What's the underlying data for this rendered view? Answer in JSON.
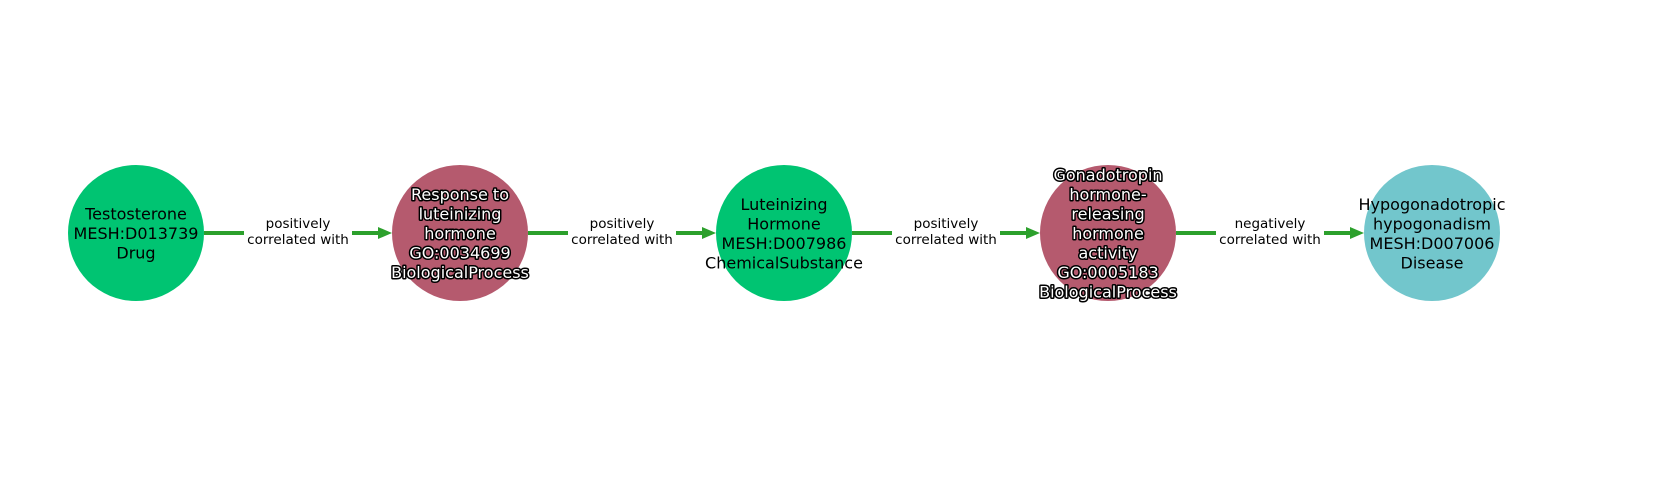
{
  "colors": {
    "edge": "#2ca02c",
    "drug": "#00c472",
    "process": "#b55a6e",
    "chemical": "#00c472",
    "disease": "#72c6cc"
  },
  "nodes": [
    {
      "id": "n0",
      "lines": [
        "Testosterone",
        "MESH:D013739",
        "Drug"
      ],
      "color": "#00c472",
      "outlined": false
    },
    {
      "id": "n1",
      "lines": [
        "Response to",
        "luteinizing",
        "hormone",
        "GO:0034699",
        "BiologicalProcess"
      ],
      "color": "#b55a6e",
      "outlined": true
    },
    {
      "id": "n2",
      "lines": [
        "Luteinizing",
        "Hormone",
        "MESH:D007986",
        "ChemicalSubstance"
      ],
      "color": "#00c472",
      "outlined": false
    },
    {
      "id": "n3",
      "lines": [
        "Gonadotropin",
        "hormone-",
        "releasing",
        "hormone",
        "activity",
        "GO:0005183",
        "BiologicalProcess"
      ],
      "color": "#b55a6e",
      "outlined": true
    },
    {
      "id": "n4",
      "lines": [
        "Hypogonadotropic",
        "hypogonadism",
        "MESH:D007006",
        "Disease"
      ],
      "color": "#72c6cc",
      "outlined": false
    }
  ],
  "edges": [
    {
      "from": 0,
      "to": 1,
      "lines": [
        "positively",
        "correlated with"
      ]
    },
    {
      "from": 1,
      "to": 2,
      "lines": [
        "positively",
        "correlated with"
      ]
    },
    {
      "from": 2,
      "to": 3,
      "lines": [
        "positively",
        "correlated with"
      ]
    },
    {
      "from": 3,
      "to": 4,
      "lines": [
        "negatively",
        "correlated with"
      ]
    }
  ]
}
